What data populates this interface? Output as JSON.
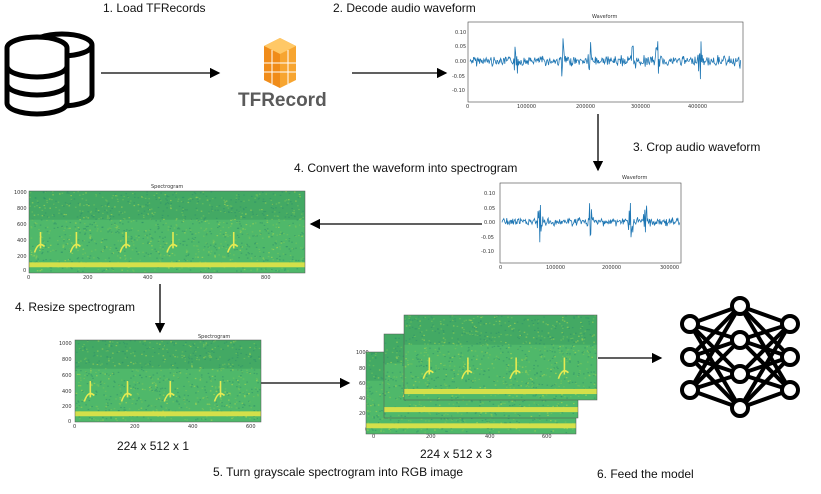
{
  "steps": {
    "s1": "1. Load TFRecords",
    "s2": "2. Decode audio waveform",
    "s3": "3. Crop audio waveform",
    "s4": "4. Convert the waveform into spectrogram",
    "s4b": "4. Resize spectrogram",
    "s5": "5. Turn grayscale spectrogram into RGB image",
    "s6": "6. Feed the model"
  },
  "tfrecord_logo_text": "TFRecord",
  "plots": {
    "waveform_title": "Waveform",
    "spectrogram_title": "Spectrogram",
    "wave1_yticks": [
      "0.10",
      "0.05",
      "0.00",
      "-0.05",
      "-0.10"
    ],
    "wave1_xticks": [
      "0",
      "100000",
      "200000",
      "300000",
      "400000"
    ],
    "wave2_yticks": [
      "0.10",
      "0.05",
      "0.00",
      "-0.05",
      "-0.10"
    ],
    "wave2_xticks": [
      "0",
      "100000",
      "200000",
      "300000"
    ],
    "spec_yticks": [
      "1000",
      "800",
      "600",
      "400",
      "200",
      "0"
    ],
    "spec1_xticks": [
      "0",
      "200",
      "400",
      "600",
      "800"
    ],
    "spec2_xticks": [
      "0",
      "200",
      "400",
      "600"
    ],
    "spec3_xticks": [
      "0",
      "200",
      "400",
      "600"
    ]
  },
  "dims": {
    "gray": "224 x 512 x 1",
    "rgb": "224 x 512 x 3"
  },
  "colors": {
    "waveform": "#1f77b4",
    "spec_bg": "#4fb86a",
    "spec_band": "#d4e04a"
  }
}
